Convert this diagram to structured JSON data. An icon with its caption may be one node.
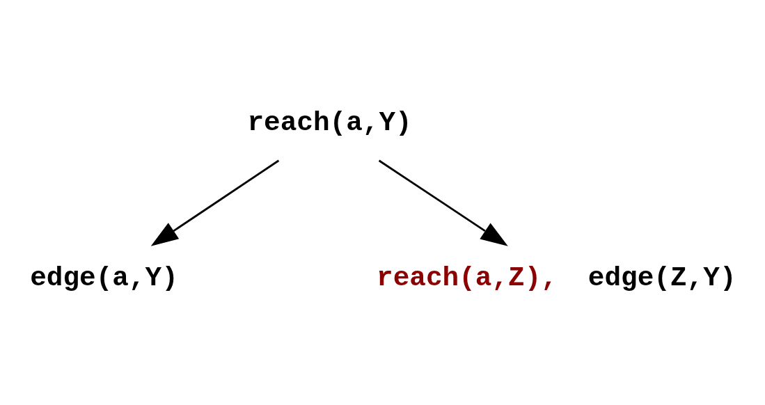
{
  "diagram": {
    "nodes": [
      {
        "text": [
          "reach(a,Y)"
        ]
      },
      {
        "text": [
          "edge(a,Y)"
        ]
      },
      {
        "text": [
          "reach(a,Z),",
          "edge(Z,Y)"
        ]
      }
    ],
    "edges": [
      {
        "from": 0,
        "to": 1,
        "arrow": "to"
      },
      {
        "from": 0,
        "to": 2,
        "arrow": "to"
      }
    ]
  }
}
